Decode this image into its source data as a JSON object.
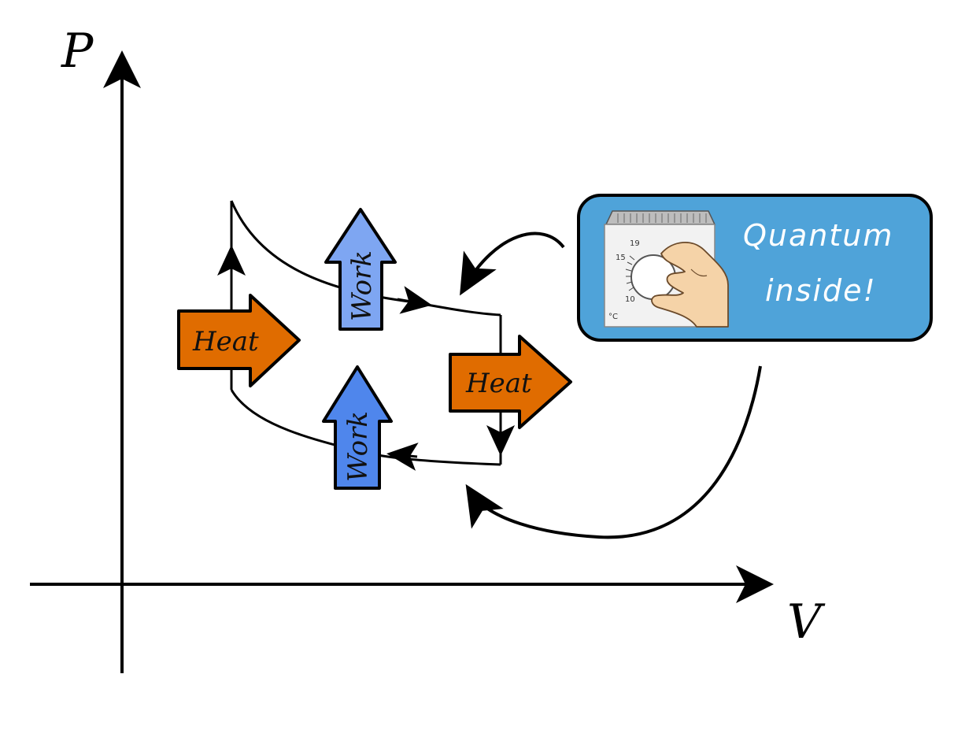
{
  "axes": {
    "y_label": "P",
    "x_label": "V"
  },
  "arrows": {
    "heat_left": "Heat",
    "heat_right": "Heat",
    "work_top": "Work",
    "work_bottom": "Work"
  },
  "callout": {
    "line1": "Quantum",
    "line2": "inside!",
    "dial_ticks": [
      "19",
      "15",
      "10"
    ],
    "dial_unit": "°C"
  },
  "colors": {
    "heat": "#e06c00",
    "work_top": "#7ea6f2",
    "work_bottom": "#4f86ec",
    "callout_bg": "#4fa3d9"
  }
}
